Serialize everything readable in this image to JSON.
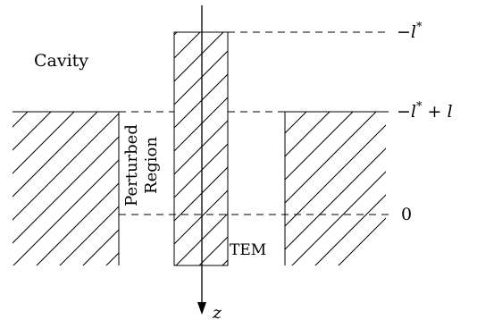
{
  "labels": {
    "cavity": "Cavity",
    "perturbed_line1": "Perturbed",
    "perturbed_line2": "Region",
    "tem": "TEM",
    "axis": "z",
    "lstar_var": "l",
    "lstar_sup": "*",
    "lstar_minus": "−",
    "lstar_plus_l": " + l",
    "zero": "0"
  },
  "colors": {
    "stroke": "#000000",
    "background": "#ffffff"
  }
}
